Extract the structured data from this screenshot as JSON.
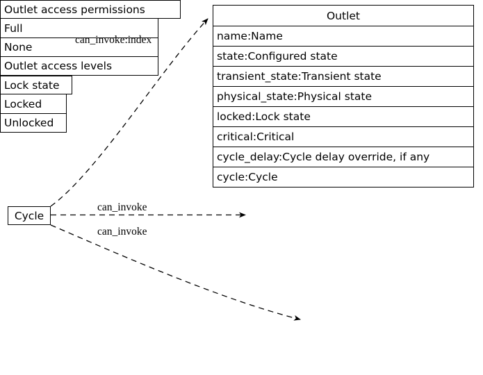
{
  "diagram": {
    "type": "uml-record-graph",
    "background": "#ffffff",
    "line_color": "#000000",
    "text_color": "#000000"
  },
  "nodes": {
    "cycle": {
      "name": "Cycle",
      "label": "Cycle"
    },
    "outlet": {
      "name": "Outlet",
      "header": "Outlet",
      "fields": [
        "name:Name",
        "state:Configured state",
        "transient_state:Transient state",
        "physical_state:Physical state",
        "locked:Lock state",
        "critical:Critical",
        "cycle_delay:Cycle delay override, if any",
        "cycle:Cycle"
      ]
    },
    "permissions": {
      "name": "Outlet access permissions",
      "header": "Outlet access permissions",
      "fields": [
        "Full",
        "None",
        "Outlet access levels"
      ]
    },
    "lock_state": {
      "name": "Lock state",
      "header": "Lock state",
      "fields": [
        "Locked",
        "Unlocked"
      ]
    }
  },
  "edges": [
    {
      "from": "Cycle",
      "to": "Outlet",
      "label": "can_invoke:index",
      "style": "dashed",
      "arrow": "normal"
    },
    {
      "from": "Cycle",
      "to": "Outlet access permissions",
      "label": "can_invoke",
      "style": "dashed",
      "arrow": "normal"
    },
    {
      "from": "Cycle",
      "to": "Lock state",
      "label": "can_invoke",
      "style": "dashed",
      "arrow": "normal"
    }
  ]
}
